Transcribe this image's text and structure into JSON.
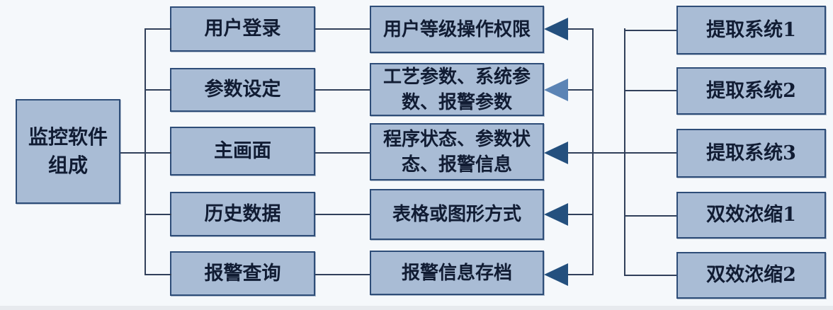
{
  "diagram": {
    "root_label": "监控软件组成",
    "modules": [
      "用户登录",
      "参数设定",
      "主画面",
      "历史数据",
      "报警查询"
    ],
    "details": [
      "用户等级操作权限",
      "工艺参数、系统参数、报警参数",
      "程序状态、参数状态、报警信息",
      "表格或图形方式",
      "报警信息存档"
    ],
    "systems": [
      "提取系统1",
      "提取系统2",
      "提取系统3",
      "双效浓缩1",
      "双效浓缩2"
    ],
    "colors": {
      "node_fill": "#a9bcd5",
      "node_border": "#2e4d78",
      "connector": "#31405a",
      "arrow_dark": "#24507e",
      "arrow_light": "#5b84b5",
      "background": "#f5f8fb",
      "text": "#111c33",
      "bottom_strip": "#e7eaee"
    }
  }
}
